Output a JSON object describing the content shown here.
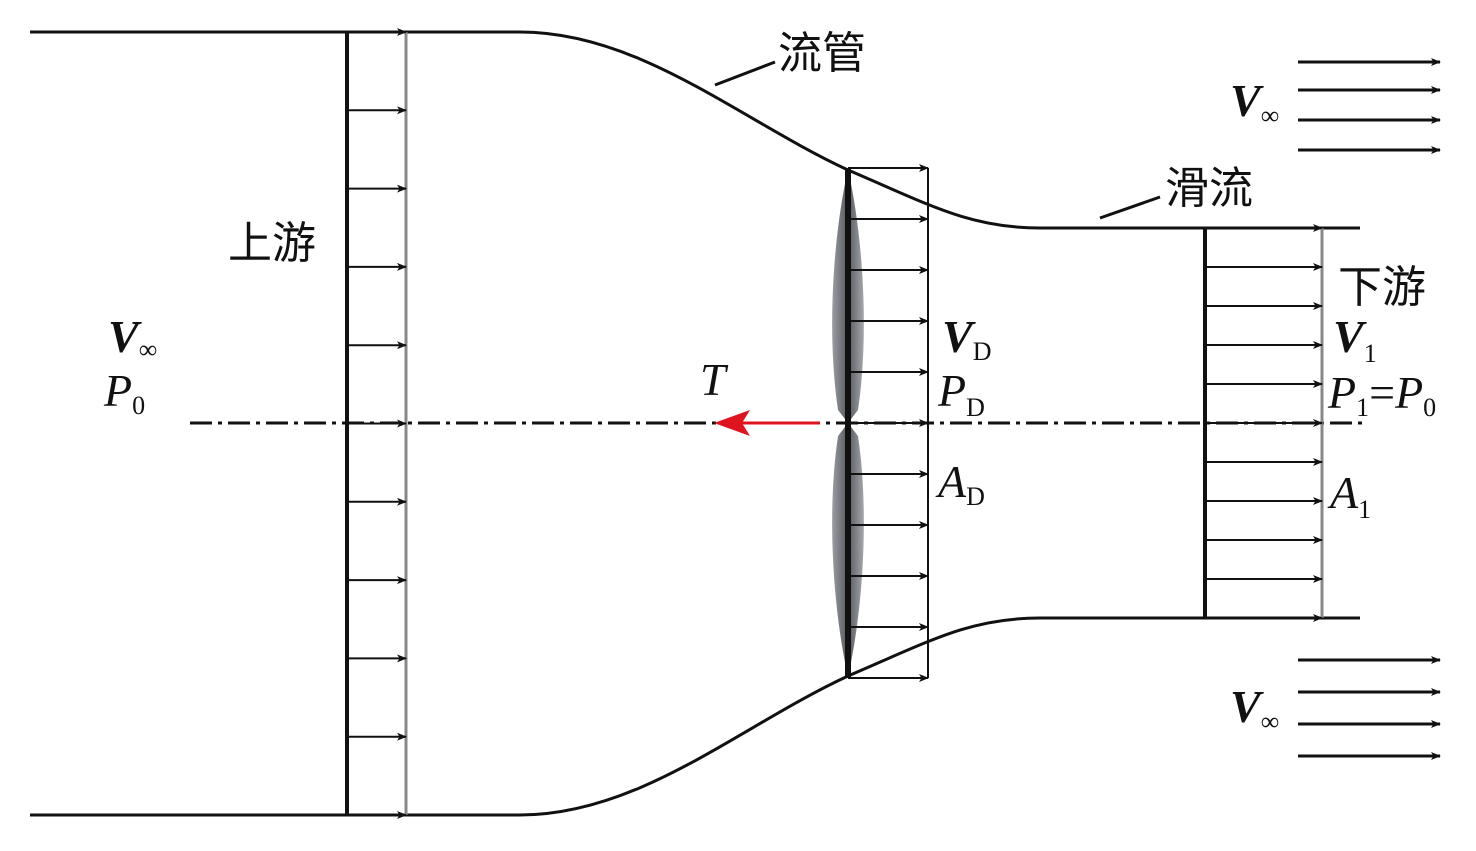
{
  "labels": {
    "streamtube": "流管",
    "slipstream": "滑流",
    "upstream": "上游",
    "downstream": "下游",
    "thrust": "T",
    "v_inf_upstream": {
      "main": "V",
      "sub": "∞"
    },
    "p0_upstream": {
      "main": "P",
      "sub": "0"
    },
    "vd": {
      "main": "V",
      "sub": "D"
    },
    "pd": {
      "main": "P",
      "sub": "D"
    },
    "ad": {
      "main": "A",
      "sub": "D"
    },
    "v1": {
      "main": "V",
      "sub": "1"
    },
    "p1": {
      "main": "P",
      "sub": "1",
      "eq": "=",
      "rhs": "P",
      "rhs_sub": "0"
    },
    "a1": {
      "main": "A",
      "sub": "1"
    },
    "v_inf_top": {
      "main": "V",
      "sub": "∞"
    },
    "v_inf_bottom": {
      "main": "V",
      "sub": "∞"
    }
  },
  "colors": {
    "line": "#111111",
    "gray": "#888888",
    "thrust": "#e0141e",
    "disk": "#6b6e73"
  }
}
